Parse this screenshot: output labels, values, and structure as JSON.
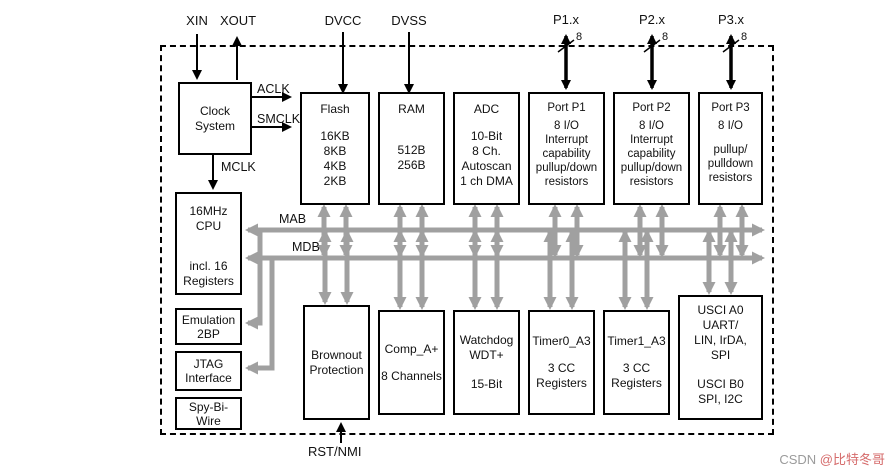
{
  "pins": {
    "xin": "XIN",
    "xout": "XOUT",
    "dvcc": "DVCC",
    "dvss": "DVSS",
    "p1x": "P1.x",
    "p2x": "P2.x",
    "p3x": "P3.x",
    "rst_nmi": "RST/NMI",
    "port_bus_width": "8"
  },
  "clock": {
    "line1": "Clock",
    "line2": "System",
    "aclk": "ACLK",
    "smclk": "SMCLK",
    "mclk": "MCLK"
  },
  "buses": {
    "mab": "MAB",
    "mdb": "MDB"
  },
  "cpu": {
    "line1": "16MHz",
    "line2": "CPU",
    "line3": "incl. 16",
    "line4": "Registers"
  },
  "left_modules": {
    "emulation": {
      "line1": "Emulation",
      "line2": "2BP"
    },
    "jtag": {
      "line1": "JTAG",
      "line2": "Interface"
    },
    "spy_bi_wire": {
      "line1": "Spy-Bi-",
      "line2": "Wire"
    }
  },
  "modules_top": [
    {
      "title": "Flash",
      "lines": [
        "16KB",
        "8KB",
        "4KB",
        "2KB"
      ]
    },
    {
      "title": "RAM",
      "lines": [
        "512B",
        "256B"
      ]
    },
    {
      "title": "ADC",
      "lines": [
        "10-Bit",
        "8 Ch.",
        "Autoscan",
        "1 ch DMA"
      ]
    },
    {
      "title": "Port P1",
      "lines": [
        "8 I/O",
        "Interrupt",
        "capability",
        "pullup/down",
        "resistors"
      ]
    },
    {
      "title": "Port P2",
      "lines": [
        "8 I/O",
        "Interrupt",
        "capability",
        "pullup/down",
        "resistors"
      ]
    },
    {
      "title": "Port P3",
      "lines": [
        "8 I/O",
        "pullup/",
        "pulldown",
        "resistors"
      ]
    }
  ],
  "modules_bottom": [
    {
      "lines": [
        "Brownout",
        "Protection"
      ]
    },
    {
      "title": "Comp_A+",
      "lines": [
        "8 Channels"
      ]
    },
    {
      "title": "Watchdog",
      "lines": [
        "WDT+",
        "15-Bit"
      ]
    },
    {
      "title": "Timer0_A3",
      "lines": [
        "3 CC",
        "Registers"
      ]
    },
    {
      "title": "Timer1_A3",
      "lines": [
        "3 CC",
        "Registers"
      ]
    },
    {
      "title": "USCI A0",
      "lines": [
        "UART/",
        "LIN, IrDA,",
        "SPI"
      ],
      "title2": "USCI B0",
      "lines2": [
        "SPI, I2C"
      ]
    }
  ],
  "watermark": {
    "prefix": "CSDN ",
    "handle": "@比特冬哥"
  },
  "colors": {
    "wire_gray": "#a0a0a0",
    "ink": "#111111",
    "watermark_red": "#d56a6a"
  }
}
